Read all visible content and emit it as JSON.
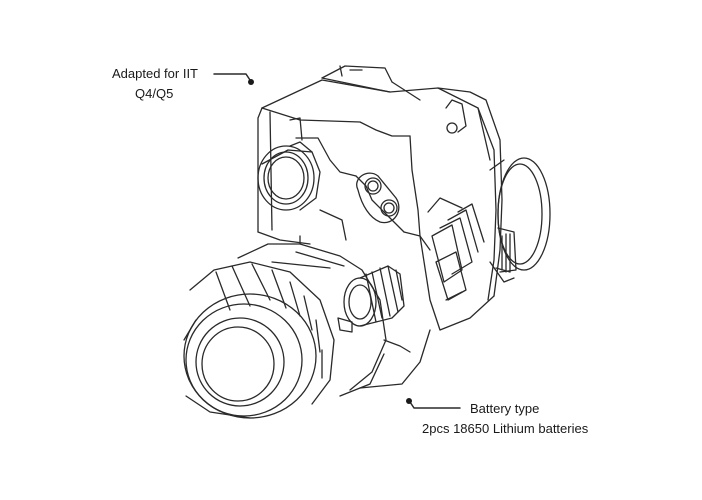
{
  "callouts": {
    "iit": {
      "line1": "Adapted for IIT",
      "line2": "Q4/Q5"
    },
    "battery": {
      "line1": "Battery type",
      "line2": "2pcs 18650 Lithium batteries"
    }
  },
  "drawing": {
    "subject": "night-vision-monocular",
    "stroke_color": "#2a2a2a",
    "background_color": "#ffffff"
  }
}
